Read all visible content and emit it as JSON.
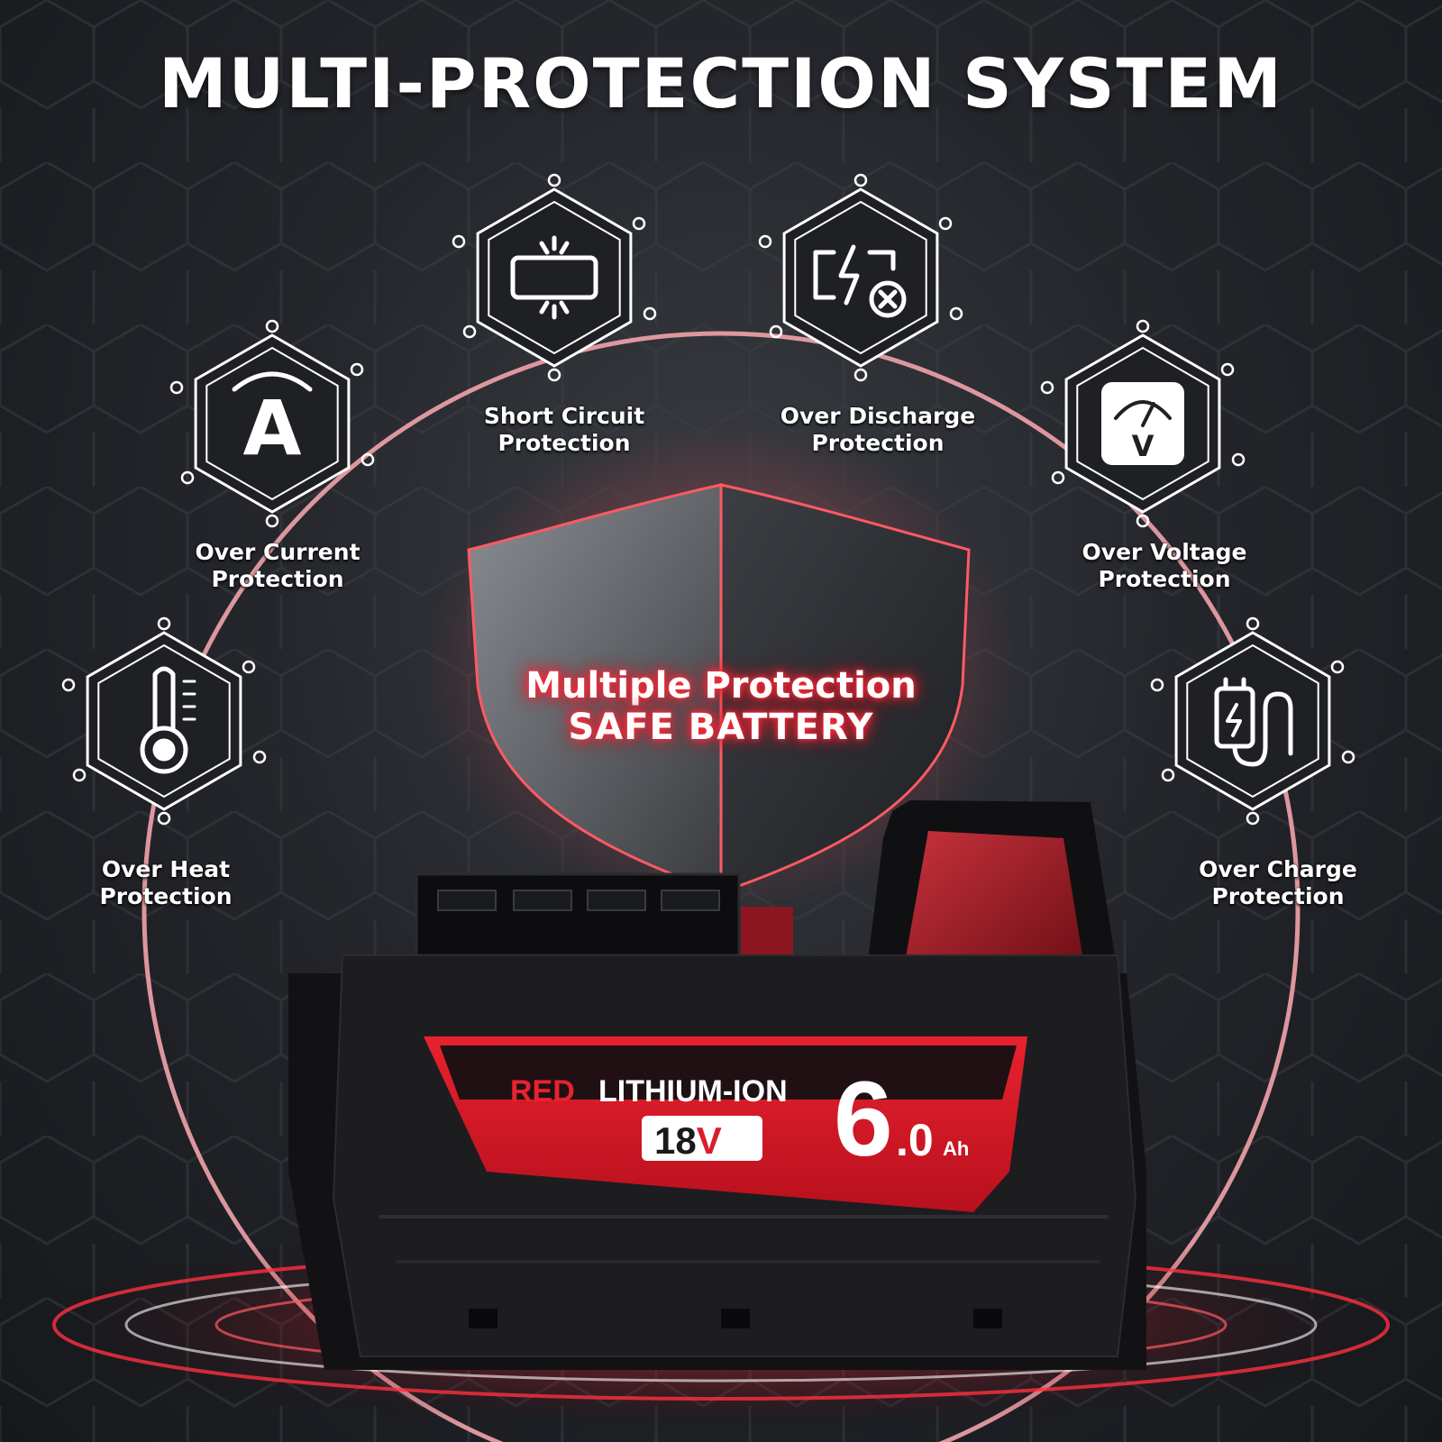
{
  "headline": "MULTI-PROTECTION SYSTEM",
  "features": [
    {
      "icon": "ammeter-icon",
      "line1": "Over Current",
      "line2": "Protection"
    },
    {
      "icon": "short-circuit-icon",
      "line1": "Short Circuit",
      "line2": "Protection"
    },
    {
      "icon": "battery-discharge-icon",
      "line1": "Over Discharge",
      "line2": "Protection"
    },
    {
      "icon": "voltmeter-icon",
      "line1": "Over Voltage",
      "line2": "Protection"
    },
    {
      "icon": "thermometer-icon",
      "line1": "Over Heat",
      "line2": "Protection"
    },
    {
      "icon": "charger-plug-icon",
      "line1": "Over Charge",
      "line2": "Protection"
    }
  ],
  "shield": {
    "line1": "Multiple Protection",
    "line2": "SAFE BATTERY"
  },
  "battery": {
    "brand_word": "RED",
    "type_word": "LITHIUM-ION",
    "voltage": "18V",
    "capacity_big": "6",
    "capacity_small": ".0",
    "capacity_unit": "Ah"
  },
  "icon_glyphs": {
    "ampere": "A",
    "volt": "V"
  },
  "colors": {
    "accent_red": "#d81e2c",
    "ring_pink": "#f2a3ab",
    "background": "#1c1e22"
  }
}
